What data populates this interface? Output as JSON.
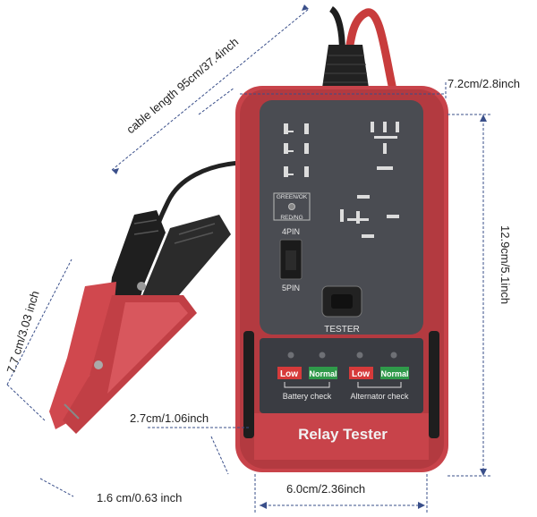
{
  "dimensions": {
    "cable_length": "cable length 95cm/37.4inch",
    "top_width": "7.2cm/2.8inch",
    "height": "12.9cm/5.1inch",
    "clip_length": "7.7 cm/3.03 inch",
    "side_depth": "2.7cm/1.06inch",
    "clip_width": "1.6 cm/0.63 inch",
    "bottom_width": "6.0cm/2.36inch"
  },
  "device": {
    "led_label_top": "GREEN/OK",
    "led_label_bottom": "RED/NG",
    "switch_top_label": "4PIN",
    "switch_bottom_label": "5PIN",
    "tester_label": "TESTER",
    "battery_low": "Low",
    "battery_normal": "Normal",
    "battery_check": "Battery check",
    "alternator_low": "Low",
    "alternator_normal": "Normal",
    "alternator_check": "Alternator check",
    "product_name": "Relay Tester",
    "colors": {
      "body_red": "#c8434a",
      "panel_gray": "#4a4c52",
      "low_red": "#d63a3a",
      "normal_green": "#2f9a4a"
    }
  }
}
